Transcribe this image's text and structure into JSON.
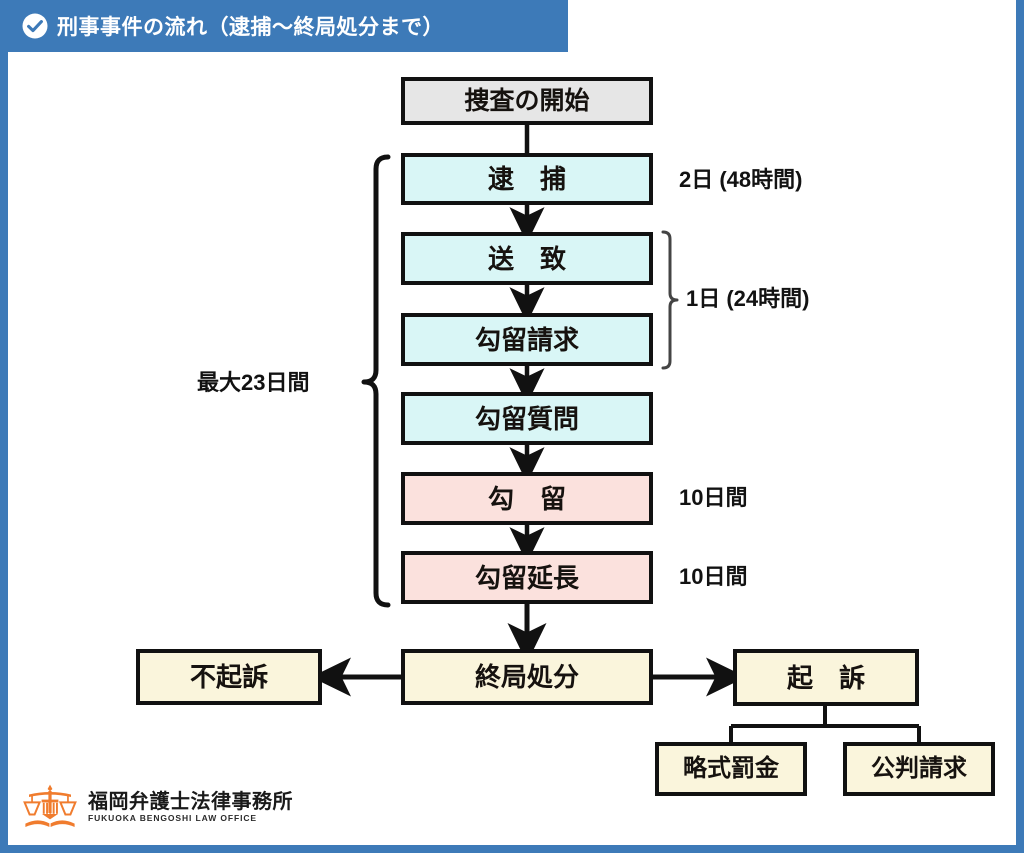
{
  "header": {
    "title": "刑事事件の流れ（逮捕〜終局処分まで）",
    "icon": "check-circle-icon",
    "background_color": "#3d7ab8",
    "text_color": "#ffffff"
  },
  "page": {
    "border_color": "#3d7ab8",
    "background_color": "#ffffff"
  },
  "colors": {
    "gray_box": "#e6e6e6",
    "cyan_box": "#d9f6f6",
    "pink_box": "#fbe1dd",
    "cream_box": "#faf5dc",
    "outline": "#111111",
    "accent_blue": "#3d7ab8",
    "logo_orange": "#f07c2e"
  },
  "flowchart": {
    "type": "flowchart",
    "main_column": [
      {
        "id": "investigation-start",
        "label": "捜査の開始",
        "color": "gray",
        "duration": ""
      },
      {
        "id": "arrest",
        "label": "逮　捕",
        "color": "cyan",
        "duration": "2日 (48時間)"
      },
      {
        "id": "referral",
        "label": "送　致",
        "color": "cyan",
        "duration": ""
      },
      {
        "id": "detention-request",
        "label": "勾留請求",
        "color": "cyan",
        "duration": ""
      },
      {
        "id": "detention-question",
        "label": "勾留質問",
        "color": "cyan",
        "duration": ""
      },
      {
        "id": "detention",
        "label": "勾　留",
        "color": "pink",
        "duration": "10日間"
      },
      {
        "id": "detention-extension",
        "label": "勾留延長",
        "color": "pink",
        "duration": "10日間"
      },
      {
        "id": "final-disposition",
        "label": "終局処分",
        "color": "cream",
        "duration": ""
      }
    ],
    "outcomes": {
      "left": {
        "id": "no-prosecution",
        "label": "不起訴",
        "color": "cream"
      },
      "right": {
        "id": "prosecution",
        "label": "起　訴",
        "color": "cream"
      }
    },
    "prosecution_children": [
      {
        "id": "summary-fine",
        "label": "略式罰金",
        "color": "cream"
      },
      {
        "id": "trial-request",
        "label": "公判請求",
        "color": "cream"
      }
    ],
    "brackets": {
      "left": {
        "label": "最大23日間",
        "spans": [
          "arrest",
          "detention-extension"
        ]
      },
      "right": {
        "label": "1日 (24時間)",
        "spans": [
          "referral",
          "detention-request"
        ]
      }
    }
  },
  "logo": {
    "mark": "scales-of-justice-icon",
    "name_ja": "福岡弁護士法律事務所",
    "name_en": "FUKUOKA BENGOSHI LAW OFFICE"
  }
}
